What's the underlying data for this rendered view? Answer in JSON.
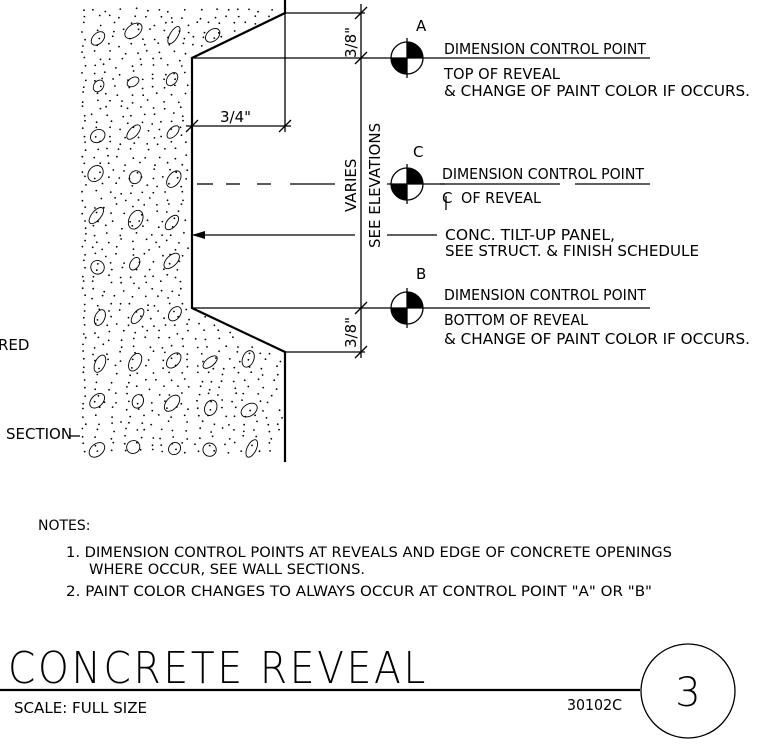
{
  "labels": {
    "point_a_letter": "A",
    "point_c_letter": "C",
    "point_b_letter": "B",
    "dim_control_a": "DIMENSION CONTROL POINT",
    "dim_control_c": "DIMENSION CONTROL POINT",
    "dim_control_b": "DIMENSION CONTROL POINT",
    "top_reveal": "TOP OF REVEAL",
    "top_paint": "& CHANGE OF PAINT COLOR IF OCCURS.",
    "cl_symbol": "C",
    "cl_reveal": "OF REVEAL",
    "panel_line1": "CONC. TILT-UP PANEL,",
    "panel_line2": "SEE STRUCT. & FINISH SCHEDULE",
    "bottom_reveal": "BOTTOM OF REVEAL",
    "bottom_paint": "& CHANGE OF PAINT COLOR IF OCCURS.",
    "dim_top": "3/8\"",
    "dim_bottom": "3/8\"",
    "dim_depth": "3/4\"",
    "varies": "VARIES",
    "see_elevations": "SEE ELEVATIONS",
    "left_red": "RED",
    "left_section": "SECTION"
  },
  "notes": {
    "heading": "NOTES:",
    "note1_line1": "1. DIMENSION CONTROL POINTS AT REVEALS AND EDGE OF CONCRETE OPENINGS",
    "note1_line2": "WHERE OCCUR, SEE WALL SECTIONS.",
    "note2": "2. PAINT COLOR CHANGES TO ALWAYS OCCUR AT CONTROL POINT \"A\" OR \"B\""
  },
  "title_block": {
    "title": "CONCRETE  REVEAL",
    "scale": "SCALE: FULL SIZE",
    "code": "30102C",
    "detail_number": "3"
  }
}
